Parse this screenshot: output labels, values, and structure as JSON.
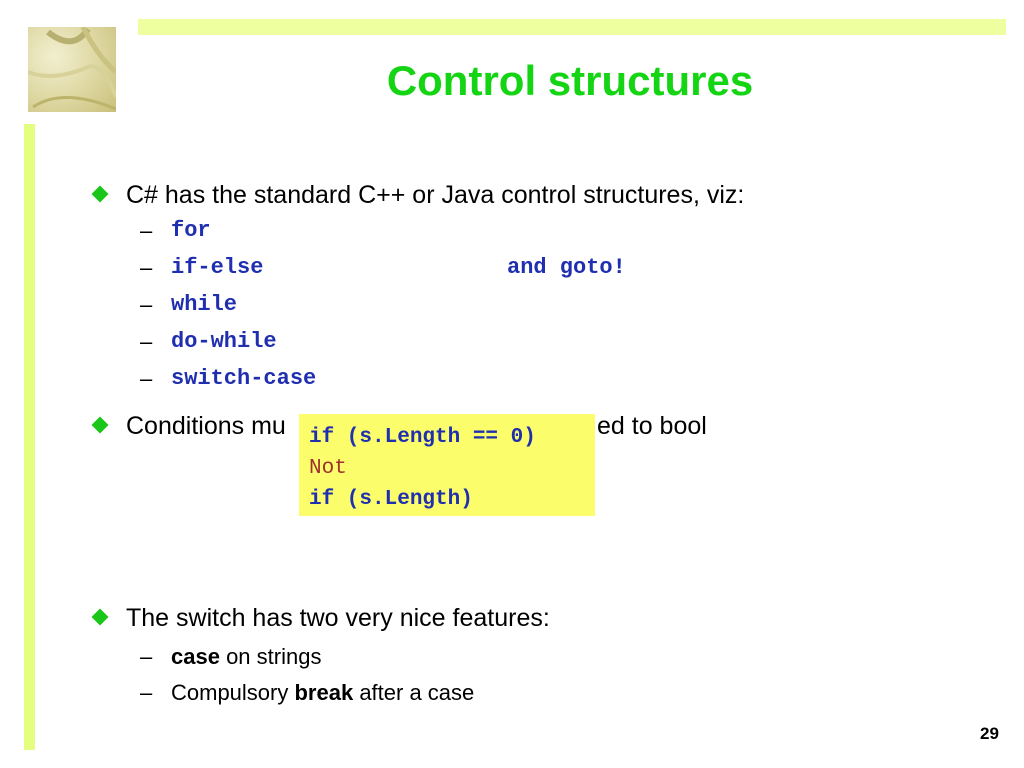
{
  "slide": {
    "title": "Control structures",
    "page_number": "29",
    "accent_color": "#14d414",
    "bullets": [
      {
        "text": "C# has the standard C++ or Java control structures, viz:",
        "items": [
          "for",
          "if-else",
          "while",
          "do-while",
          "switch-case"
        ],
        "aside": "and goto!"
      },
      {
        "text": "Conditions must be explicitly converted to bool",
        "visible_start": "Conditions mu",
        "visible_end": "ed to bool"
      },
      {
        "text": "The switch has two very nice features:",
        "items": [
          {
            "bold": "case",
            "rest": " on strings"
          },
          {
            "before": "Compulsory ",
            "bold": "break",
            "after": " after a case"
          }
        ]
      }
    ],
    "code_box": {
      "line1": "if (s.Length == 0)",
      "line2": "Not",
      "line3": "if (s.Length)"
    }
  }
}
